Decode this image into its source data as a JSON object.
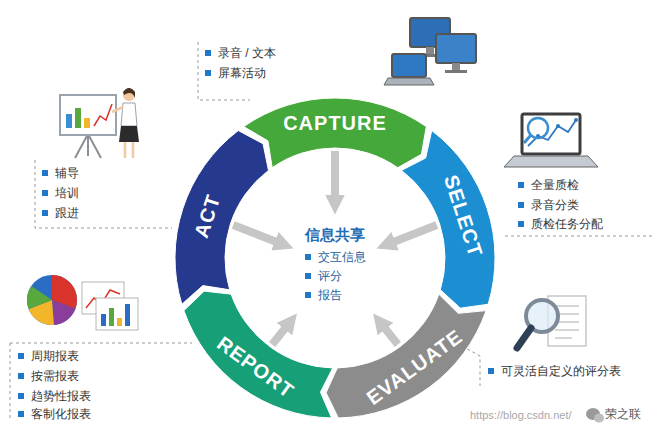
{
  "diagram": {
    "nodes": [
      {
        "text": [
          "CAPTURE"
        ]
      },
      {
        "text": [
          "SELECT"
        ]
      },
      {
        "text": [
          "EVALUATE"
        ]
      },
      {
        "text": [
          "REPORT"
        ]
      },
      {
        "text": [
          "ACT"
        ]
      },
      {
        "text": [
          "信息共享",
          "交互信息",
          "评分",
          "报告"
        ]
      }
    ],
    "edges": [
      {
        "from": 0,
        "to": 5,
        "arrow": "to"
      },
      {
        "from": 1,
        "to": 5,
        "arrow": "to"
      },
      {
        "from": 2,
        "to": 5,
        "arrow": "to"
      },
      {
        "from": 3,
        "to": 5,
        "arrow": "to"
      },
      {
        "from": 4,
        "to": 5,
        "arrow": "to"
      }
    ],
    "labels": [
      "录音 / 文本",
      "屏幕活动",
      "辅导",
      "培训",
      "跟进",
      "全量质检",
      "录音分类",
      "质检任务分配",
      "周期报表",
      "按需报表",
      "趋势性报表",
      "客制化报表",
      "可灵活自定义的评分表",
      "https://blog.csdn.net/",
      "荣之联"
    ]
  }
}
